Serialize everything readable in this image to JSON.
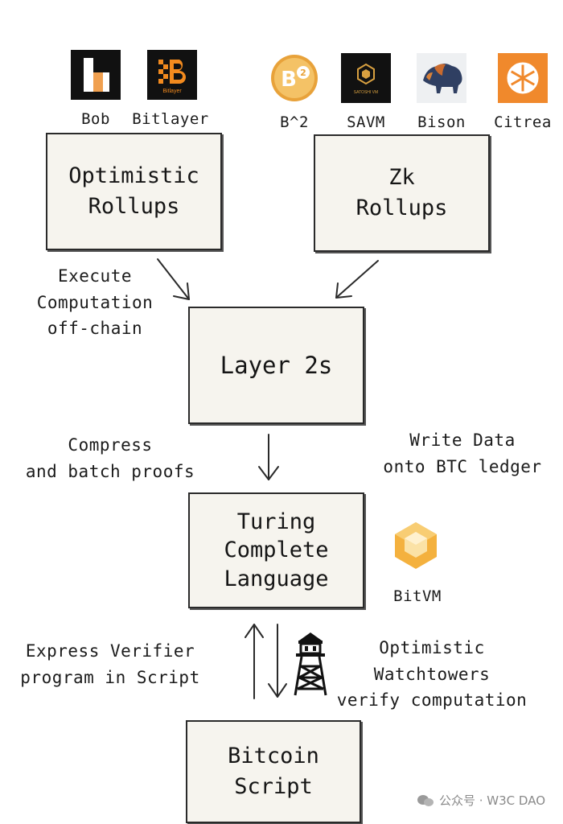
{
  "logos": {
    "bob": "Bob",
    "bitlayer": "Bitlayer",
    "bitlayer_mark": "Bitlayer",
    "b2": "B^2",
    "savm": "SAVM",
    "savm_mark": "SATOSHI VM",
    "bison": "Bison",
    "citrea": "Citrea",
    "bitvm": "BitVM"
  },
  "boxes": {
    "optimistic": [
      "Optimistic",
      "Rollups"
    ],
    "zk": [
      "Zk",
      "Rollups"
    ],
    "layer2": [
      "Layer 2s"
    ],
    "turing": [
      "Turing",
      "Complete",
      "Language"
    ],
    "bitcoin": [
      "Bitcoin",
      "Script"
    ]
  },
  "notes": {
    "execute": [
      "Execute",
      "Computation",
      "off-chain"
    ],
    "compress": [
      "Compress",
      "and batch proofs"
    ],
    "write": [
      "Write Data",
      "onto BTC ledger"
    ],
    "express": [
      "Express Verifier",
      "program in Script"
    ],
    "watchtowers": [
      "Optimistic",
      "Watchtowers",
      "verify computation"
    ]
  },
  "watermark": "公众号 · W3C DAO",
  "colors": {
    "box_fill": "#f6f4ee",
    "bitlayer_orange": "#f28a1e",
    "b2_orange": "#e8a23a",
    "citrea_orange": "#f0892c",
    "bitvm_gold": "#f4b13e"
  }
}
